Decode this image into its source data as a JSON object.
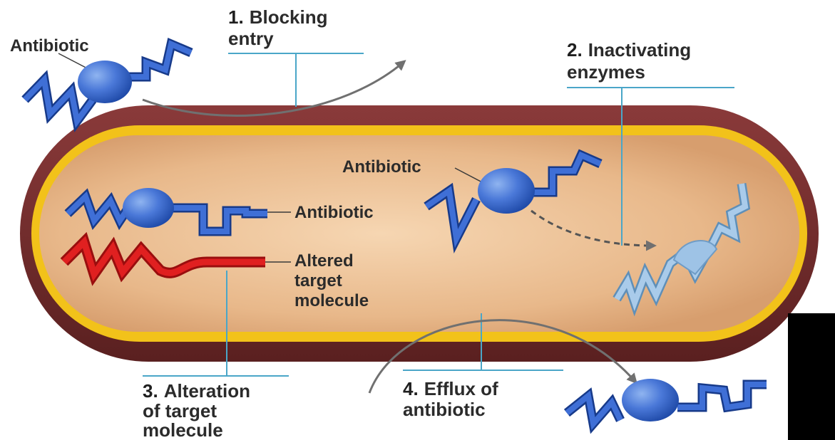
{
  "labels": {
    "antibiotic_outside": "Antibiotic",
    "antibiotic_inner_left": "Antibiotic",
    "antibiotic_inner_right": "Antibiotic",
    "altered_target": [
      "Altered",
      "target",
      "molecule"
    ]
  },
  "mechanisms": [
    {
      "number": "1.",
      "lines": [
        "Blocking",
        "entry"
      ]
    },
    {
      "number": "2.",
      "lines": [
        "Inactivating",
        "enzymes"
      ]
    },
    {
      "number": "3.",
      "lines": [
        "Alteration",
        "of target",
        "molecule"
      ]
    },
    {
      "number": "4.",
      "lines": [
        "Efflux of",
        "antibiotic"
      ]
    }
  ],
  "colors": {
    "cell_wall": "#6e2a2a",
    "membrane": "#f2c21a",
    "cytoplasm": "#e8b88a",
    "antibiotic": "#2f5fc4",
    "antibiotic_dark": "#173a8a",
    "inactivated": "#9ec3e6",
    "altered_target": "#e02020",
    "leader_line": "#4aa6c8",
    "arrow": "#707070"
  }
}
